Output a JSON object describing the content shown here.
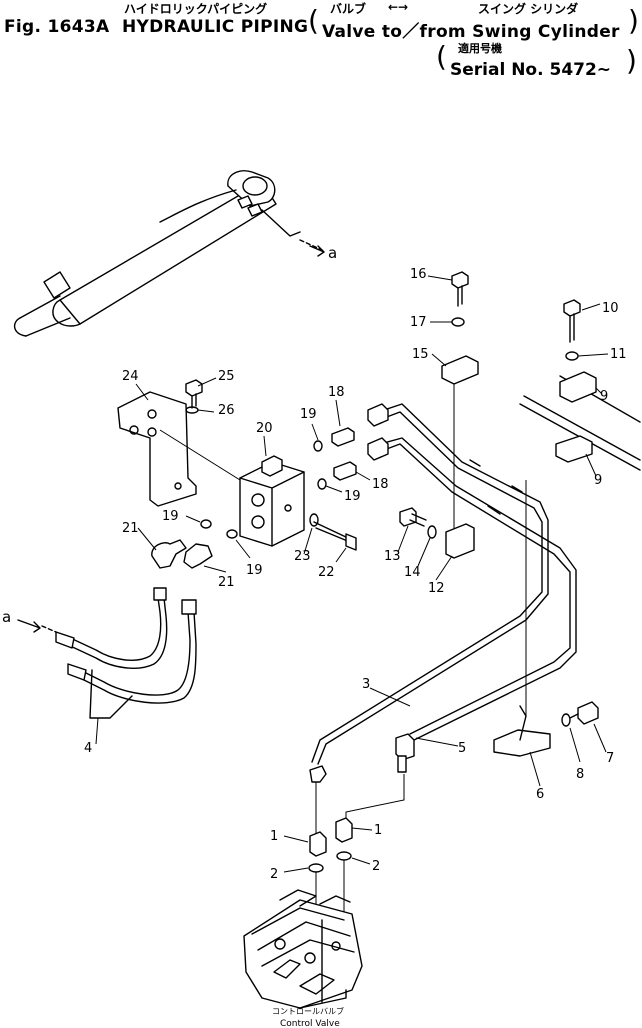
{
  "header": {
    "fig": "Fig. 1643A",
    "title_en": "HYDRAULIC PIPING",
    "title_jp": "ハイドロリックパイピング",
    "sub_jp_1": "バルブ",
    "sub_jp_arrow": "←→",
    "sub_jp_2": "スイング シリンダ",
    "sub_en": "Valve to／from Swing Cylinder",
    "serial_jp": "適用号機",
    "serial_en": "Serial No. 5472~"
  },
  "ref_a": "a",
  "callouts": [
    "1",
    "1",
    "2",
    "2",
    "3",
    "4",
    "5",
    "6",
    "7",
    "8",
    "9",
    "9",
    "10",
    "11",
    "12",
    "13",
    "14",
    "15",
    "16",
    "17",
    "18",
    "18",
    "19",
    "19",
    "19",
    "19",
    "20",
    "21",
    "21",
    "22",
    "23",
    "24",
    "25",
    "26"
  ],
  "caption": {
    "jp": "コントロールバルブ",
    "en": "Control Valve"
  }
}
